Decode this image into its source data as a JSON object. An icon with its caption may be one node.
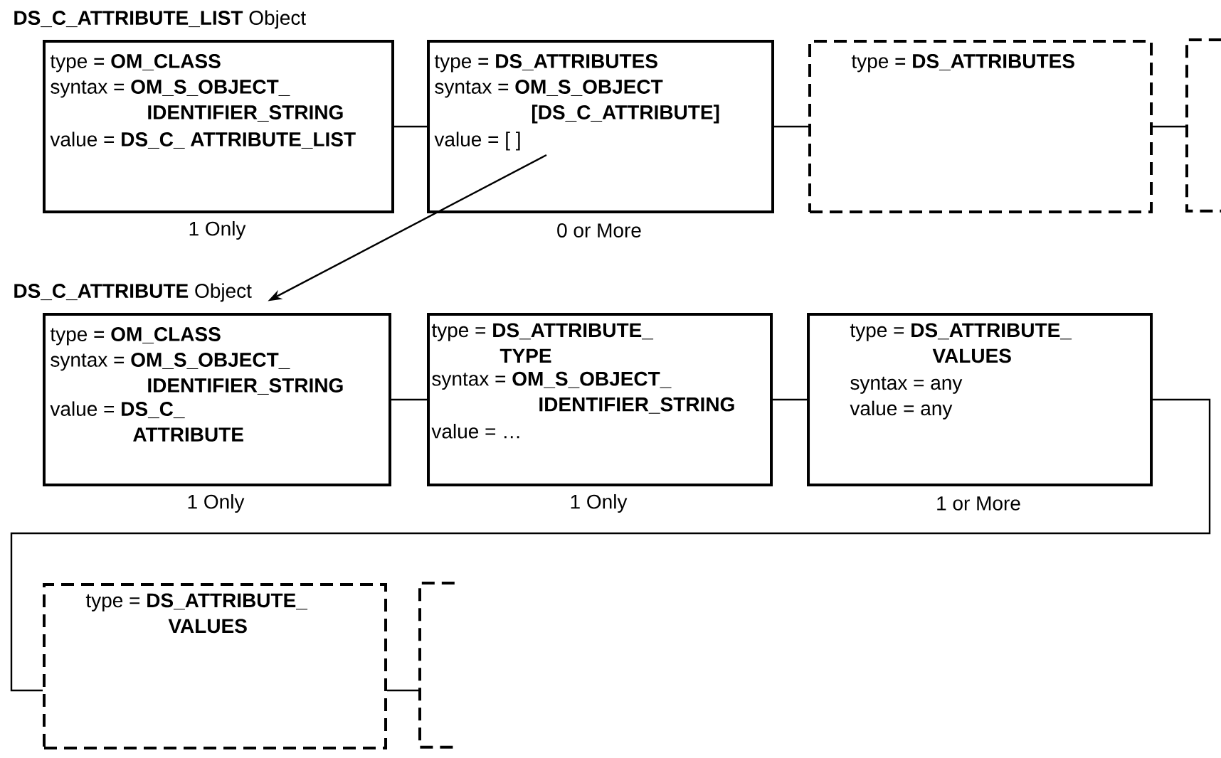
{
  "diagram": {
    "nodes": [
      {
        "text": [
          "type = **OM_CLASS**",
          "syntax = **OM_S_OBJECT_ IDENTIFIER_STRING**",
          "value = **DS_C_ ATTRIBUTE_LIST**"
        ],
        "beside": [
          "1 Only"
        ]
      },
      {
        "text": [
          "type = **DS_ATTRIBUTES**",
          "syntax = **OM_S_OBJECT [DS_C_ATTRIBUTE]**",
          "value = [ ]"
        ],
        "beside": [
          "0 or More"
        ]
      },
      {
        "text": [
          "type = **DS_ATTRIBUTES**"
        ]
      },
      {
        "text": [],
        "shape": "box"
      },
      {
        "text": [
          "**DS_C_ATTRIBUTE** Object"
        ]
      },
      {
        "text": [
          "type = **OM_CLASS**",
          "syntax = **OM_S_OBJECT_ IDENTIFIER_STRING**",
          "value = **DS_C_ ATTRIBUTE**"
        ],
        "beside": [
          "1 Only"
        ]
      },
      {
        "text": [
          "type = **DS_ATTRIBUTE_ TYPE**",
          "syntax = **OM_S_OBJECT_ IDENTIFIER_STRING**",
          "value = …"
        ],
        "beside": [
          "1 Only"
        ]
      },
      {
        "text": [
          "type = **DS_ATTRIBUTE_ VALUES**",
          "syntax = any",
          "value = any"
        ],
        "beside": [
          "1 or More"
        ]
      },
      {
        "text": [
          "type = **DS_ATTRIBUTE_ VALUES**"
        ]
      },
      {
        "text": [],
        "shape": "box"
      }
    ],
    "edges": [
      {
        "from": 0,
        "to": 1,
        "arrow": "none"
      },
      {
        "from": 1,
        "to": 2,
        "arrow": "none"
      },
      {
        "from": 2,
        "to": 3,
        "arrow": "none"
      },
      {
        "from": 1,
        "to": 4,
        "arrow": "to"
      },
      {
        "from": 5,
        "to": 6,
        "arrow": "none"
      },
      {
        "from": 6,
        "to": 7,
        "arrow": "none"
      },
      {
        "from": 7,
        "to": 8,
        "arrow": "none"
      },
      {
        "from": 8,
        "to": 9,
        "arrow": "none"
      }
    ],
    "labels": [
      "**DS_C_ATTRIBUTE_LIST** Object"
    ]
  }
}
